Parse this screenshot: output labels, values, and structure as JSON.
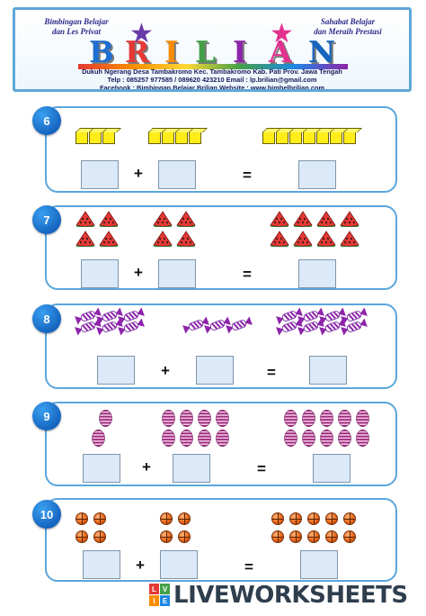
{
  "header": {
    "tagline_left": "Bimbingan Belajar\ndan Les Privat",
    "tagline_right": "Sahabat Belajar\ndan Meraih Prestasi",
    "brand_letters": [
      "B",
      "R",
      "I",
      "L",
      "I",
      "A",
      "N"
    ],
    "brand_colors": [
      "#1e6fd0",
      "#e53935",
      "#fb8c00",
      "#43a047",
      "#8e24aa",
      "#e2318f",
      "#1565c0"
    ],
    "address": "Dukuh Ngerang Desa Tambakromo Kec. Tambakromo Kab. Pati Prov. Jawa Tengah",
    "contact": "Telp : 085257 977585 / 089620 423210     Email : lp.brilian@gmail.com",
    "social": "Facebook : Bimbingan Belajar Brilian      Website : www.bimbelbrilian.com"
  },
  "questions": [
    {
      "number": "6",
      "item": "yellow-cube",
      "counts": [
        3,
        4,
        7
      ]
    },
    {
      "number": "7",
      "item": "watermelon-slice",
      "counts": [
        4,
        4,
        8
      ]
    },
    {
      "number": "8",
      "item": "wrapped-candy",
      "counts": [
        6,
        3,
        8
      ]
    },
    {
      "number": "9",
      "item": "striped-egg",
      "counts": [
        2,
        8,
        10
      ]
    },
    {
      "number": "10",
      "item": "basketball",
      "counts": [
        4,
        4,
        10
      ]
    }
  ],
  "operators": {
    "plus": "+",
    "equals": "="
  },
  "answers": [
    [
      "",
      "",
      ""
    ],
    [
      "",
      "",
      ""
    ],
    [
      "",
      "",
      ""
    ],
    [
      "",
      "",
      ""
    ],
    [
      "",
      "",
      ""
    ]
  ],
  "footer": {
    "logo_letters": [
      "L",
      "I",
      "V",
      "E"
    ],
    "logo_colors": [
      "#e53935",
      "#fb8c00",
      "#43a047",
      "#1e88e5"
    ],
    "brand_text": "LIVEWORKSHEETS"
  }
}
